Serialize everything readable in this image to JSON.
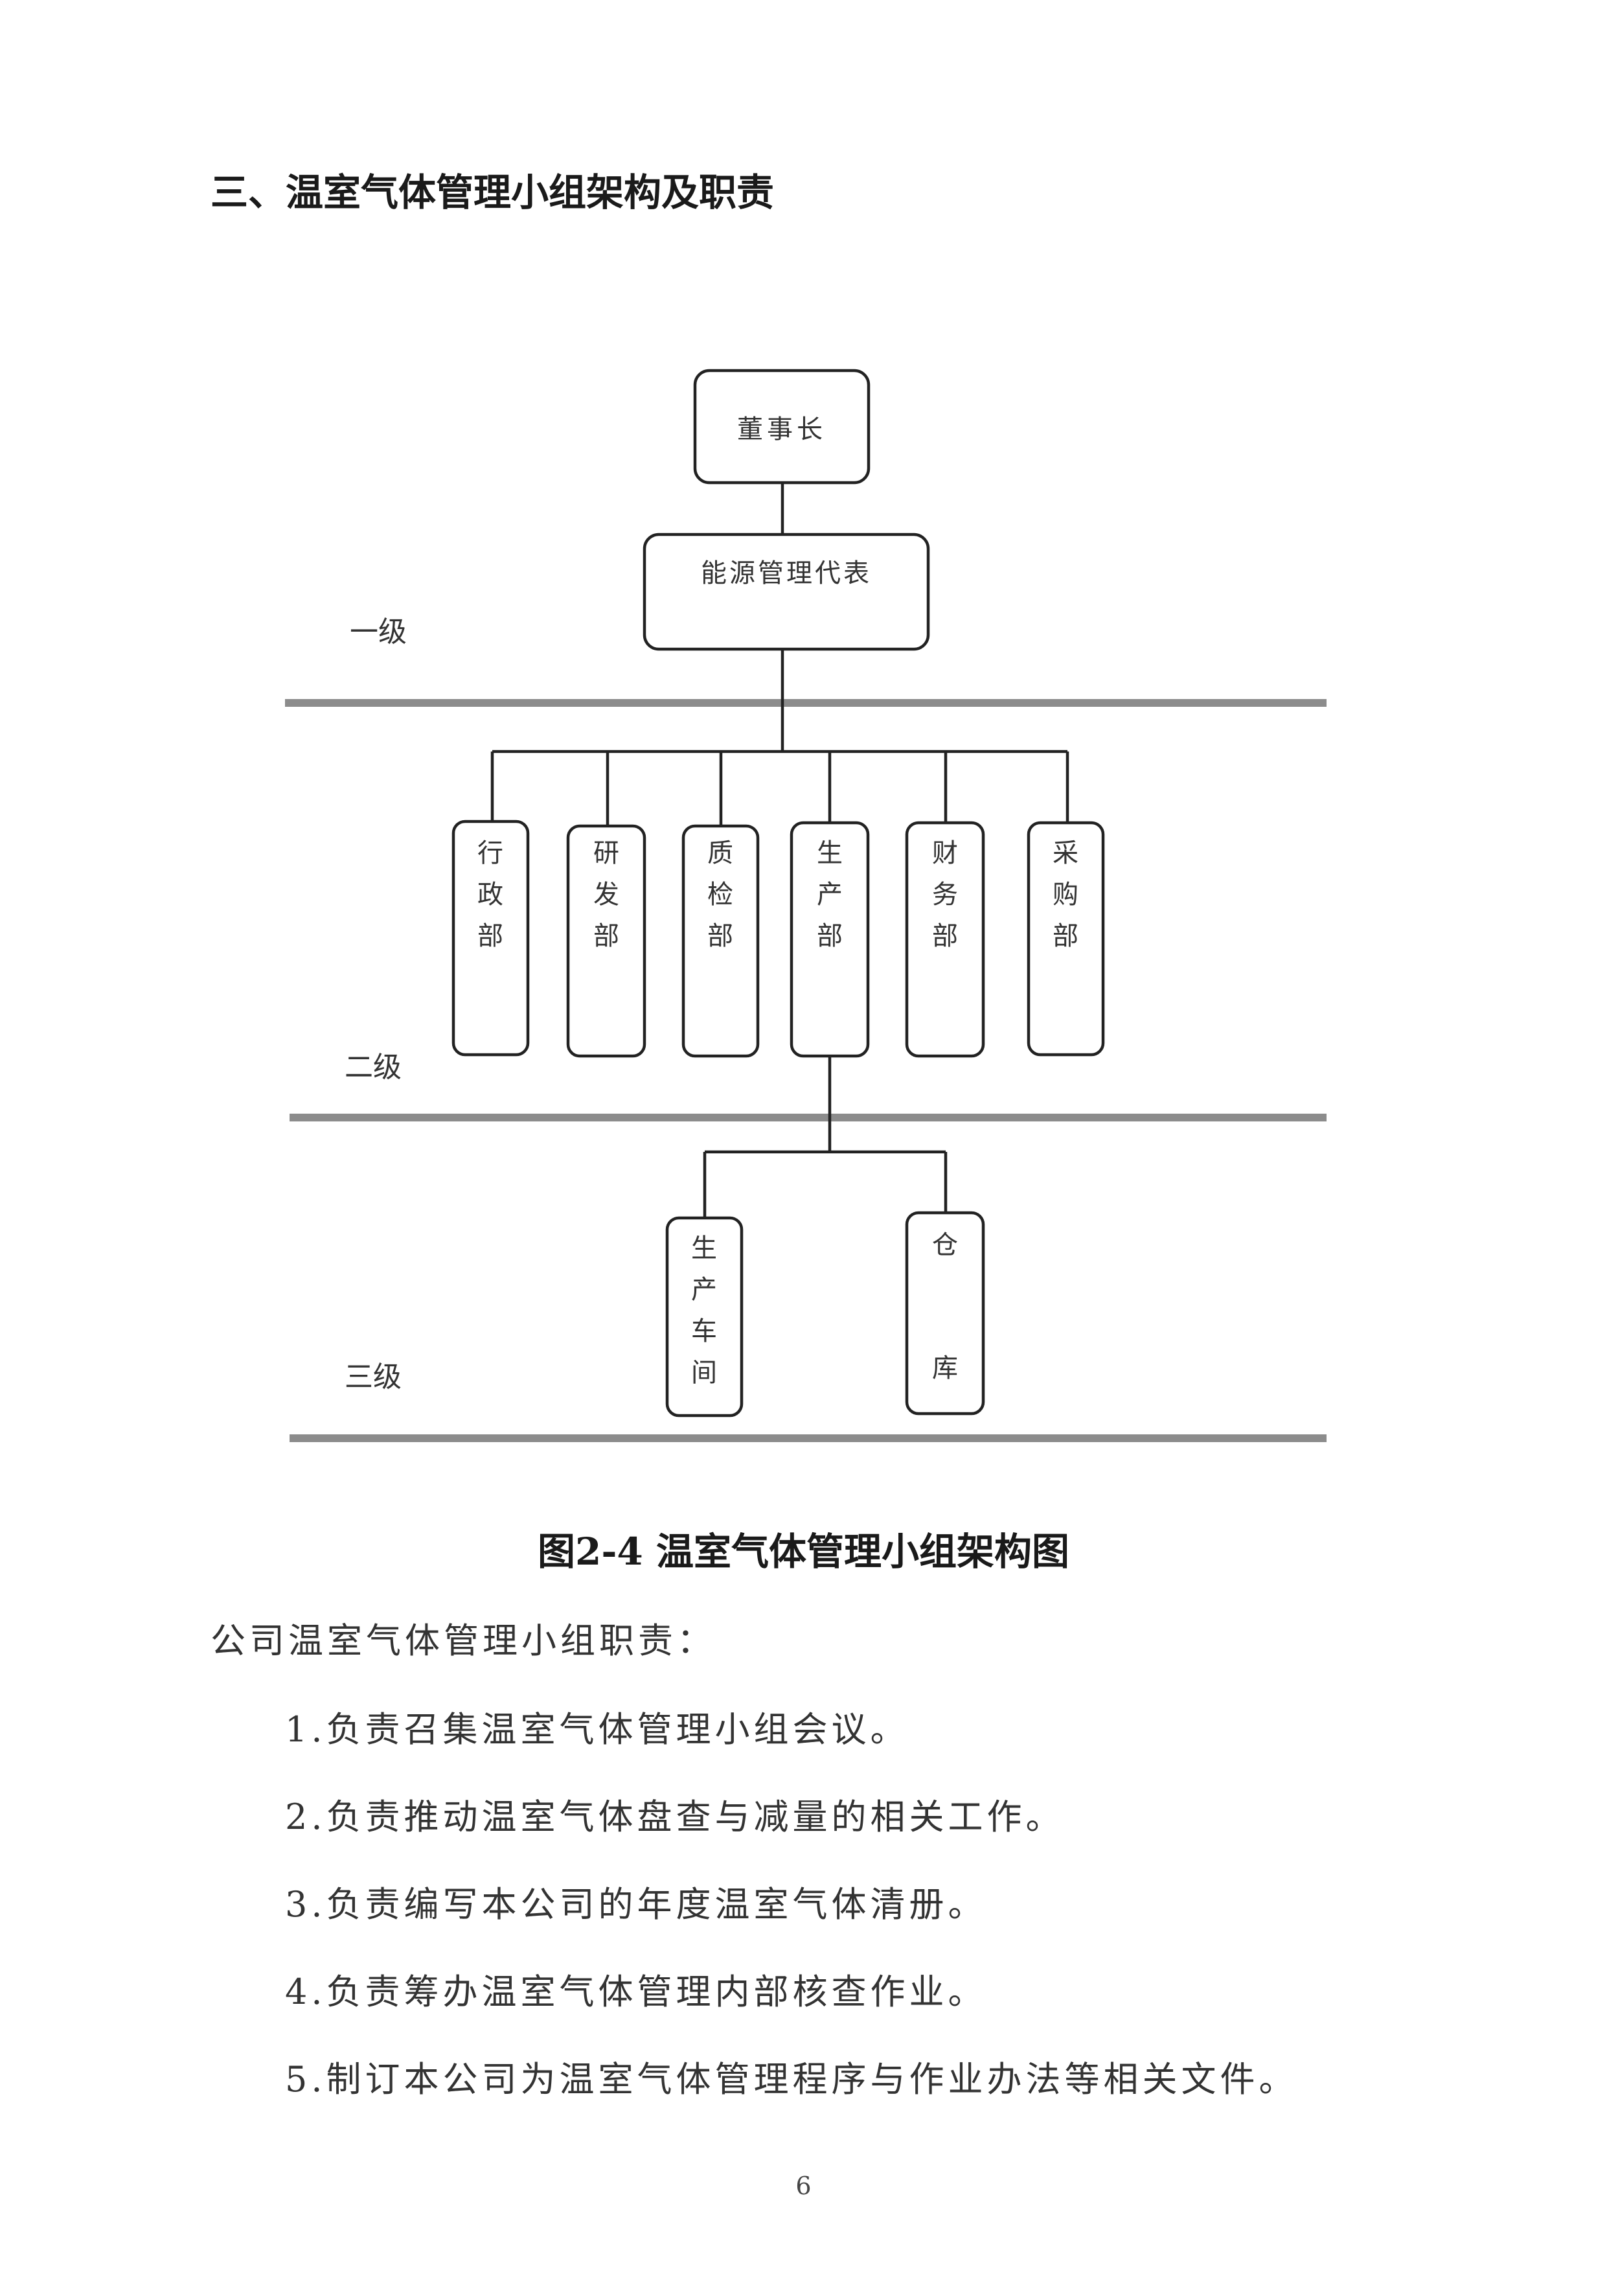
{
  "heading": "三、温室气体管理小组架构及职责",
  "org_chart": {
    "top": [
      "董事长",
      "能源管理代表"
    ],
    "levels": [
      "一级",
      "二级",
      "三级"
    ],
    "departments": [
      "行政部",
      "研发部",
      "质检部",
      "生产部",
      "财务部",
      "采购部"
    ],
    "production_units": [
      "生产车间",
      "仓库"
    ]
  },
  "caption": "图2-4  温室气体管理小组架构图",
  "duties_intro": "公司温室气体管理小组职责：",
  "duties": [
    "1.负责召集温室气体管理小组会议。",
    "2.负责推动温室气体盘查与减量的相关工作。",
    "3.负责编写本公司的年度温室气体清册。",
    "4.负责筹办温室气体管理内部核查作业。",
    "5.制订本公司为温室气体管理程序与作业办法等相关文件。"
  ],
  "page_number": "6"
}
